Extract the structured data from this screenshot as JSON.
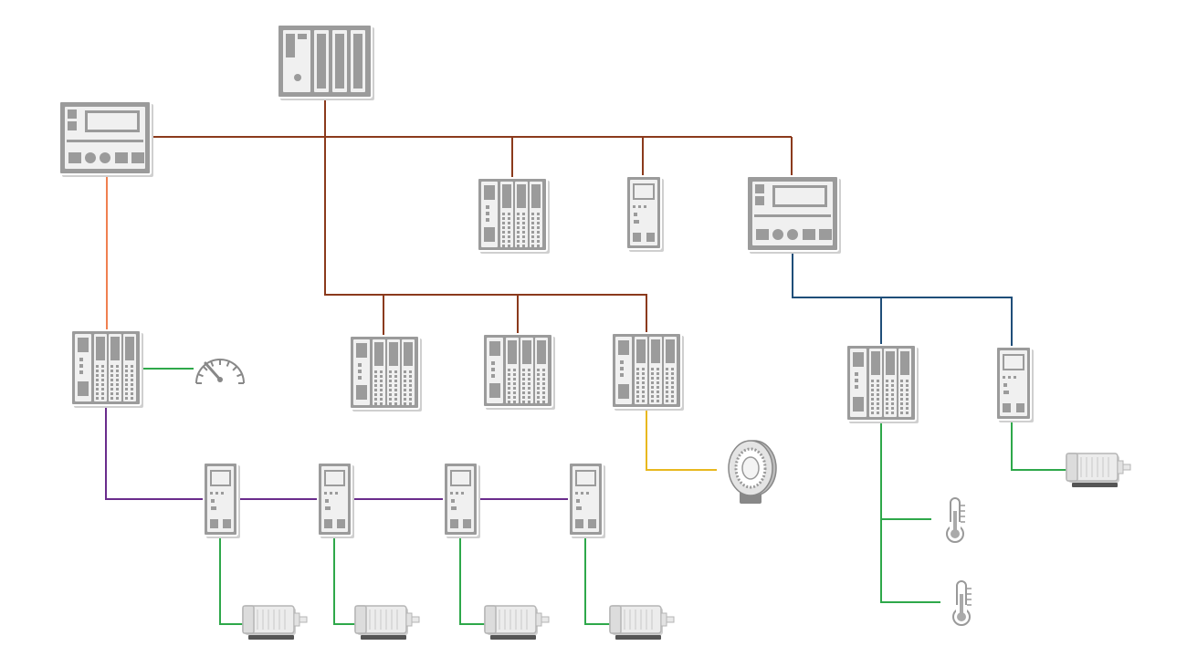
{
  "colors": {
    "main_bus": "#8b3a1c",
    "left_link": "#f08050",
    "blue_bus": "#1f4e79",
    "purple_bus": "#6a2c8c",
    "green_wire": "#2ea84a",
    "yellow_wire": "#e8b81e",
    "device_fill": "#9b9b9b",
    "device_detail": "#f0f0f0",
    "device_border": "#ffffff",
    "shadow": "#cfcfcf"
  },
  "icons": {
    "controller": "plc-rack-icon",
    "hmi": "hmi-panel-icon",
    "io": "io-module-icon",
    "drive": "servo-drive-icon",
    "motor": "motor-icon",
    "gauge": "gauge-icon",
    "thermometer": "thermometer-icon",
    "encoder": "encoder-wheel-icon"
  },
  "devices": [
    {
      "id": "plc-main",
      "kind": "controller"
    },
    {
      "id": "hmi-left",
      "kind": "hmi"
    },
    {
      "id": "hmi-right",
      "kind": "hmi"
    },
    {
      "id": "io-top-1",
      "kind": "io"
    },
    {
      "id": "drive-top",
      "kind": "drive"
    },
    {
      "id": "io-left",
      "kind": "io"
    },
    {
      "id": "io-mid-1",
      "kind": "io"
    },
    {
      "id": "io-mid-2",
      "kind": "io"
    },
    {
      "id": "io-mid-3",
      "kind": "io"
    },
    {
      "id": "io-right",
      "kind": "io"
    },
    {
      "id": "drive-right",
      "kind": "drive"
    },
    {
      "id": "drive-bottom-1",
      "kind": "drive"
    },
    {
      "id": "drive-bottom-2",
      "kind": "drive"
    },
    {
      "id": "drive-bottom-3",
      "kind": "drive"
    },
    {
      "id": "drive-bottom-4",
      "kind": "drive"
    },
    {
      "id": "gauge-1",
      "kind": "gauge"
    },
    {
      "id": "encoder-1",
      "kind": "encoder"
    },
    {
      "id": "thermo-1",
      "kind": "thermometer"
    },
    {
      "id": "thermo-2",
      "kind": "thermometer"
    },
    {
      "id": "motor-right",
      "kind": "motor"
    },
    {
      "id": "motor-1",
      "kind": "motor"
    },
    {
      "id": "motor-2",
      "kind": "motor"
    },
    {
      "id": "motor-3",
      "kind": "motor"
    },
    {
      "id": "motor-4",
      "kind": "motor"
    }
  ],
  "connections": [
    {
      "id": "main-bus",
      "color": "main_bus"
    },
    {
      "id": "plc-to-lower-bus",
      "color": "main_bus"
    },
    {
      "id": "hmi-left-to-io-left",
      "color": "left_link"
    },
    {
      "id": "hmi-right-to-io-right-bus",
      "color": "blue_bus"
    },
    {
      "id": "io-left-to-drives-bus",
      "color": "purple_bus"
    },
    {
      "id": "io-left-to-gauge",
      "color": "green_wire"
    },
    {
      "id": "io-mid-3-to-encoder",
      "color": "yellow_wire"
    },
    {
      "id": "io-right-to-thermometers",
      "color": "green_wire"
    },
    {
      "id": "drive-right-to-motor",
      "color": "green_wire"
    },
    {
      "id": "drives-to-motors",
      "color": "green_wire"
    }
  ]
}
